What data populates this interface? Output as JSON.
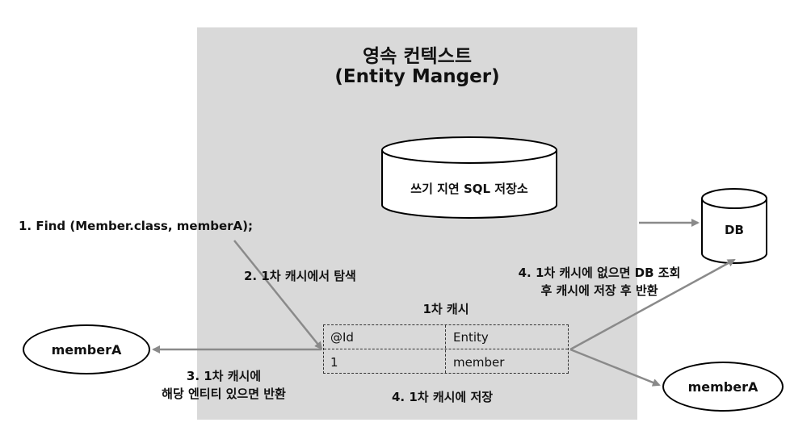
{
  "context": {
    "title_line1": "영속 컨텍스트",
    "title_line2": "(Entity Manger)"
  },
  "write_sql_store": "쓰기 지연 SQL 저장소",
  "db": "DB",
  "steps": {
    "find": "1. Find (Member.class, memberA);",
    "search": "2. 1차 캐시에서 탐색",
    "return_line1": "3. 1차 캐시에",
    "return_line2": "해당 엔티티 있으면 반환",
    "db_line1": "4. 1차 캐시에 없으면 DB 조회",
    "db_line2": "후 캐시에 저장 후 반환",
    "store": "4. 1차 캐시에 저장"
  },
  "cache": {
    "title": "1차 캐시",
    "headers": [
      "@Id",
      "Entity"
    ],
    "row": [
      "1",
      "member"
    ]
  },
  "member_left": "memberA",
  "member_right": "memberA"
}
